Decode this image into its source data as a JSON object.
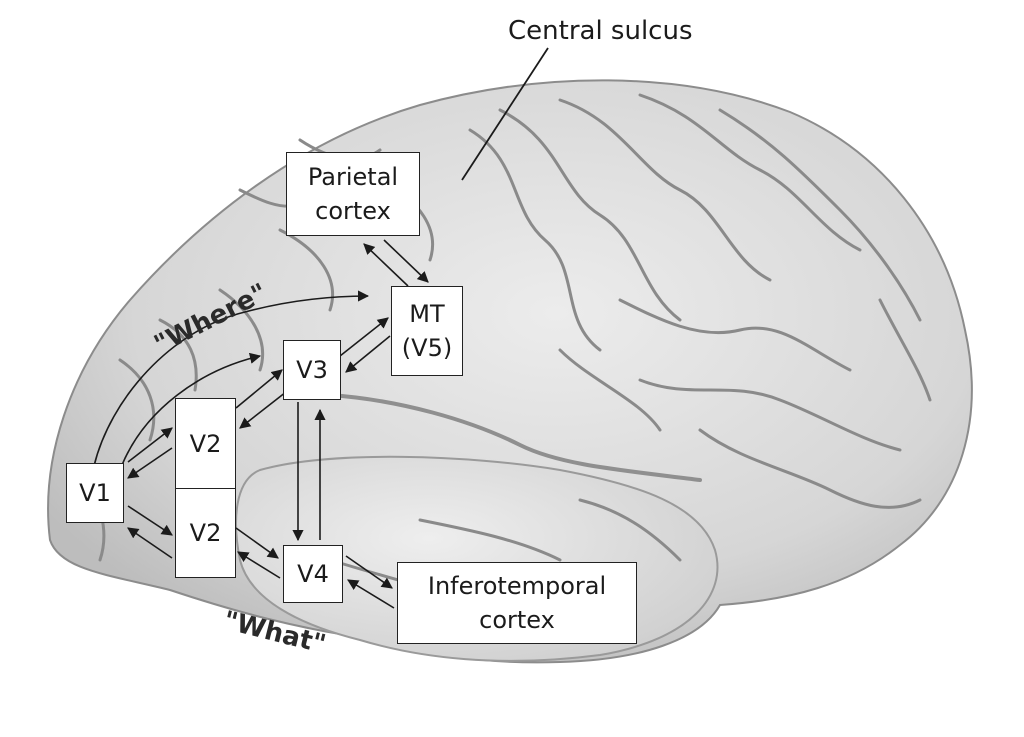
{
  "labels": {
    "central_sulcus": "Central sulcus",
    "where": "\"Where\"",
    "what": "\"What\""
  },
  "boxes": {
    "parietal": "Parietal\ncortex",
    "mt": "MT\n(V5)",
    "v3": "V3",
    "v2_upper": "V2",
    "v2_lower": "V2",
    "v1": "V1",
    "v4": "V4",
    "inferotemporal": "Inferotemporal\ncortex"
  },
  "colors": {
    "brain_fill": "#d4d4d4",
    "brain_light": "#e9e9e9",
    "gyri_lines": "#8a8a8a",
    "box_border": "#222222",
    "arrow": "#1b1b1b"
  }
}
